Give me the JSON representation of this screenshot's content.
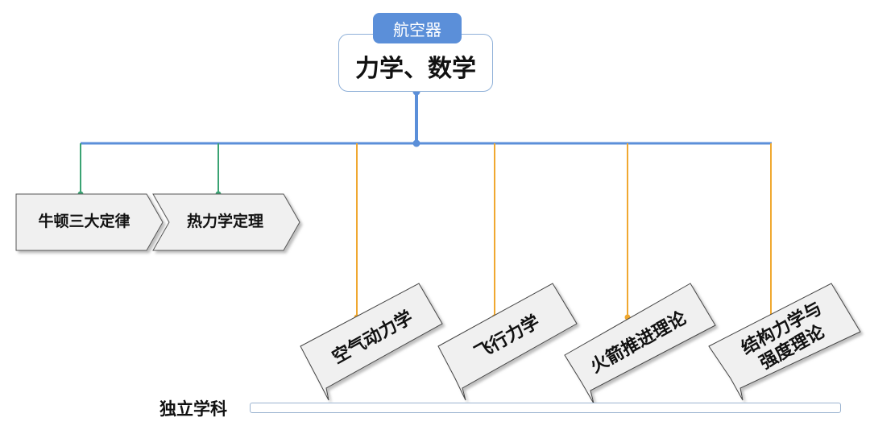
{
  "root": {
    "tag": "航空器",
    "title": "力学、数学"
  },
  "foundations": [
    {
      "label": "牛顿三大定律"
    },
    {
      "label": "热力学定理"
    }
  ],
  "disciplines": [
    {
      "label": "空气动力学"
    },
    {
      "label": "飞行力学"
    },
    {
      "label": "火箭推进理论"
    },
    {
      "label": "结构力学与\n强度理论"
    }
  ],
  "independent": {
    "label": "独立学科"
  },
  "colors": {
    "tag_fill": "#5b8fd9",
    "trunk": "#5b8fd9",
    "foundation_link": "#3aa373",
    "discipline_link": "#f0a830",
    "box_fill": "#f0f0f0"
  }
}
